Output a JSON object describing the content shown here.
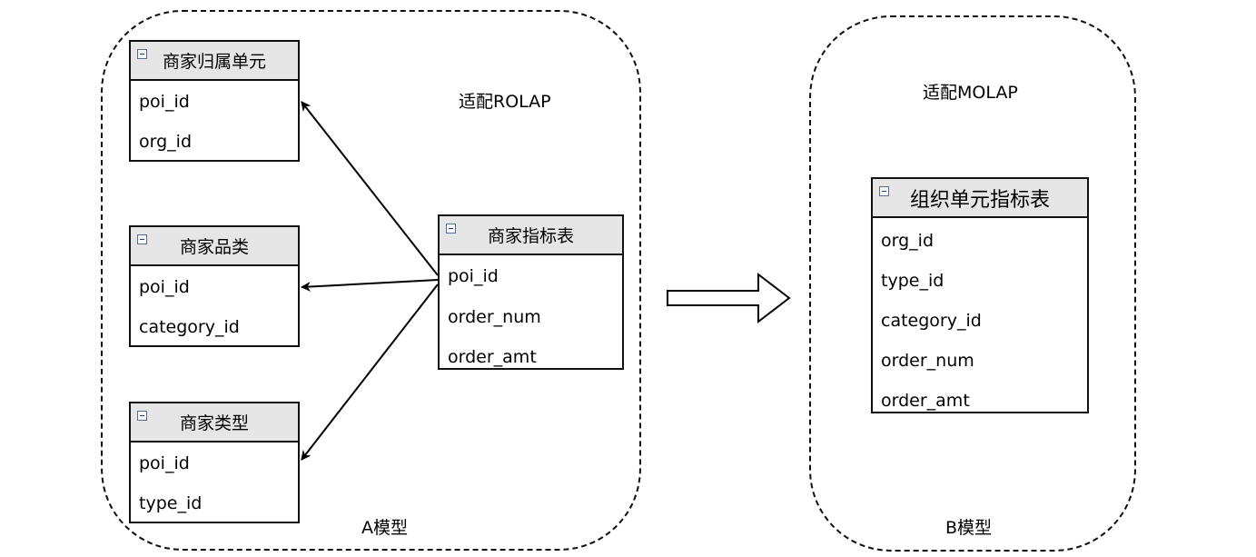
{
  "regions": {
    "a": {
      "caption": "A模型",
      "note": "适配ROLAP"
    },
    "b": {
      "caption": "B模型",
      "note": "适配MOLAP"
    }
  },
  "entities": {
    "unit": {
      "title": "商家归属单元",
      "fields": [
        "poi_id",
        "org_id"
      ]
    },
    "category": {
      "title": "商家品类",
      "fields": [
        "poi_id",
        "category_id"
      ]
    },
    "type": {
      "title": "商家类型",
      "fields": [
        "poi_id",
        "type_id"
      ]
    },
    "metric": {
      "title": "商家指标表",
      "fields": [
        "poi_id",
        "order_num",
        "order_amt"
      ]
    },
    "org_metric": {
      "title": "组织单元指标表",
      "fields": [
        "org_id",
        "type_id",
        "category_id",
        "order_num",
        "order_amt"
      ]
    }
  },
  "relations": [
    {
      "from": "商家指标表",
      "to": "商家归属单元"
    },
    {
      "from": "商家指标表",
      "to": "商家品类"
    },
    {
      "from": "商家指标表",
      "to": "商家类型"
    }
  ],
  "transform": {
    "from": "A模型",
    "to": "B模型"
  }
}
